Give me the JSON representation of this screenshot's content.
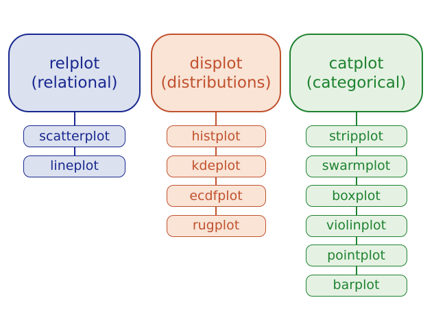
{
  "diagram": {
    "background": "#ffffff",
    "columns": [
      {
        "id": "relational",
        "title": "relplot\n(relational)",
        "children": [
          "scatterplot",
          "lineplot"
        ],
        "colors": {
          "line": "#18278f",
          "fill": "#dbe1ef"
        }
      },
      {
        "id": "distributions",
        "title": "displot\n(distributions)",
        "children": [
          "histplot",
          "kdeplot",
          "ecdfplot",
          "rugplot"
        ],
        "colors": {
          "line": "#c1512e",
          "fill": "#f9e4d6"
        }
      },
      {
        "id": "categorical",
        "title": "catplot\n(categorical)",
        "children": [
          "stripplot",
          "swarmplot",
          "boxplot",
          "violinplot",
          "pointplot",
          "barplot"
        ],
        "colors": {
          "line": "#1e8230",
          "fill": "#e5f2e3"
        }
      }
    ]
  }
}
